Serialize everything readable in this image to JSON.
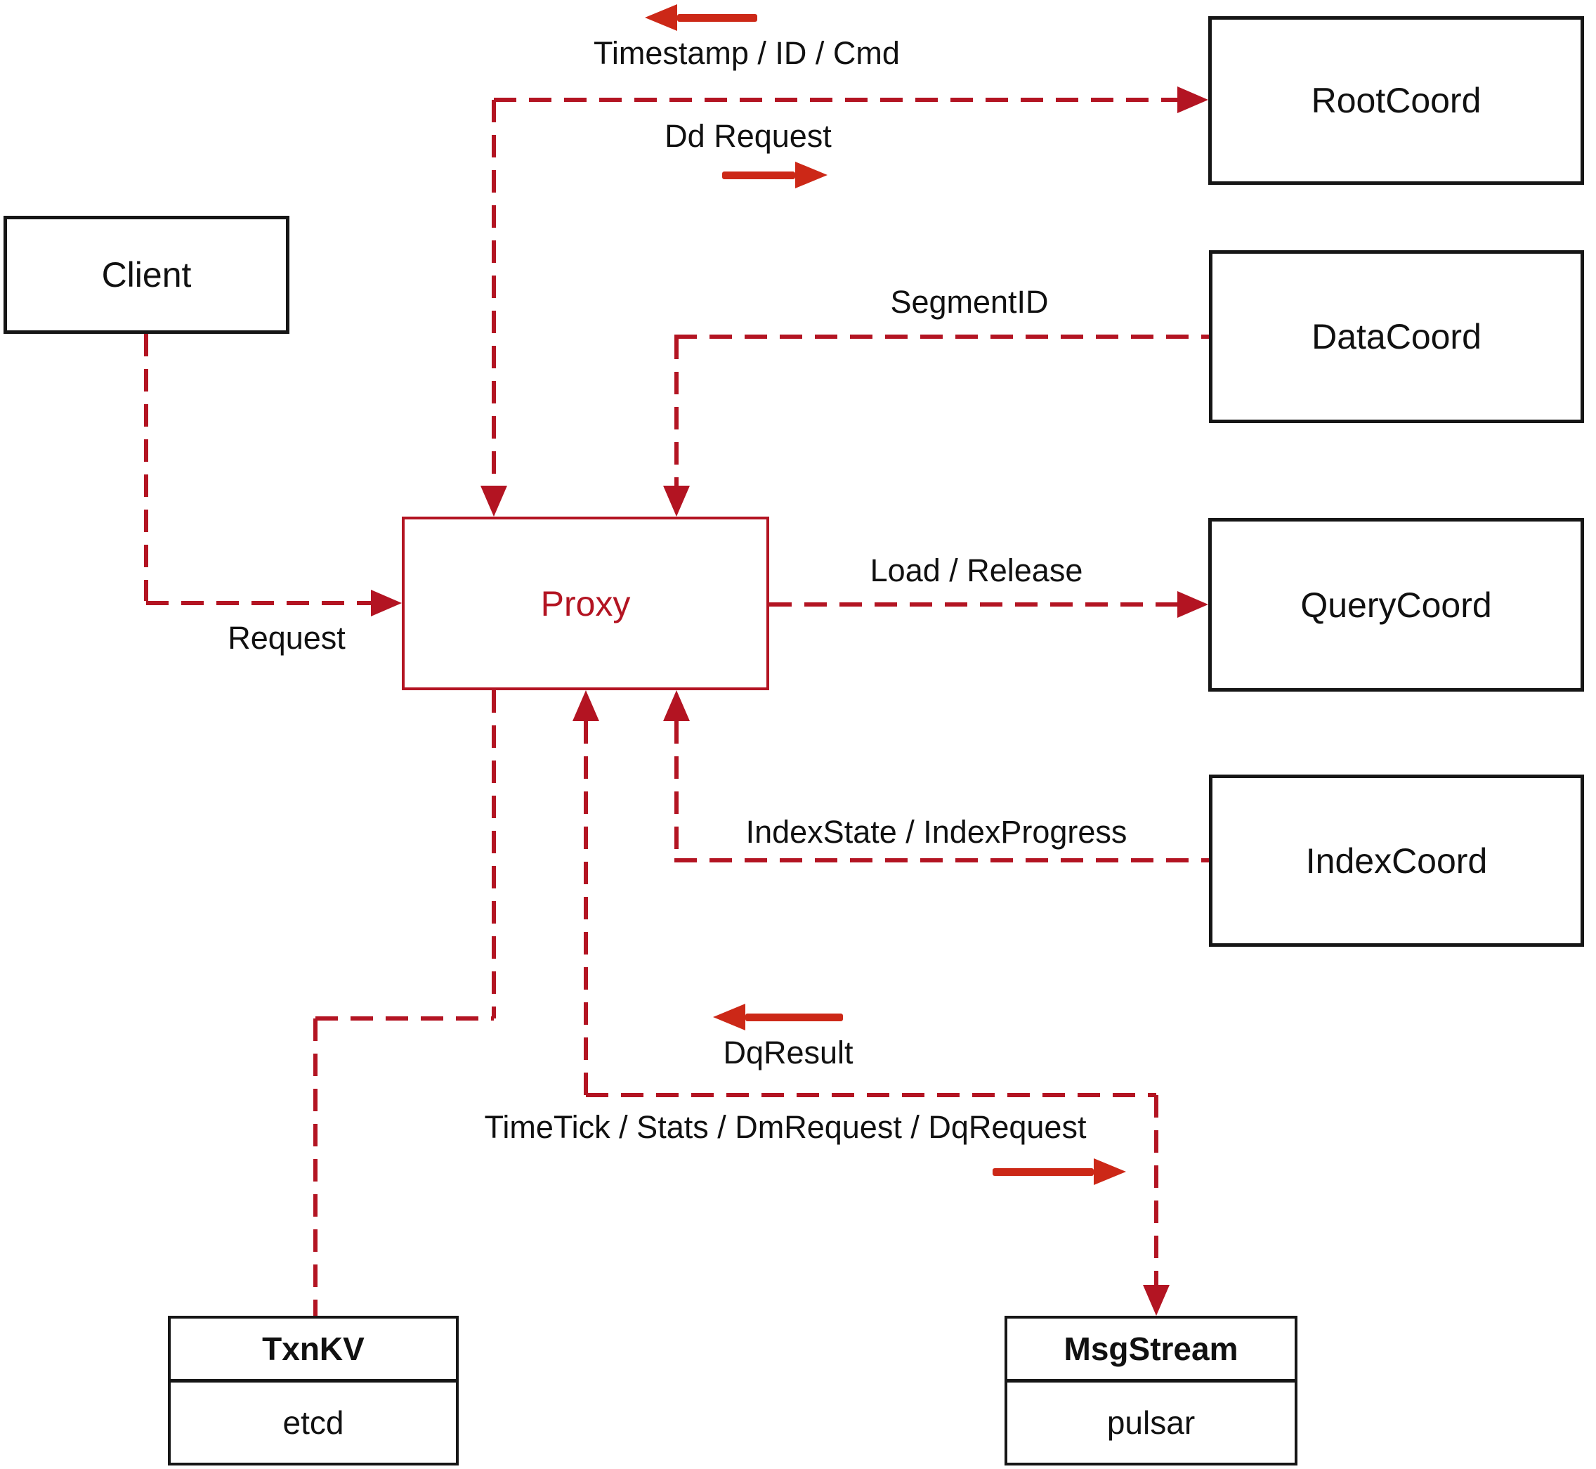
{
  "diagram": {
    "nodes": {
      "client": {
        "label": "Client"
      },
      "rootcoord": {
        "label": "RootCoord"
      },
      "datacoord": {
        "label": "DataCoord"
      },
      "querycoord": {
        "label": "QueryCoord"
      },
      "indexcoord": {
        "label": "IndexCoord"
      },
      "proxy": {
        "label": "Proxy"
      },
      "txnkv": {
        "title": "TxnKV",
        "subtitle": "etcd"
      },
      "msgstream": {
        "title": "MsgStream",
        "subtitle": "pulsar"
      }
    },
    "edge_labels": {
      "timestamp_id_cmd": "Timestamp / ID / Cmd",
      "dd_request": "Dd Request",
      "segment_id": "SegmentID",
      "load_release": "Load / Release",
      "index_state": "IndexState / IndexProgress",
      "request": "Request",
      "dq_result": "DqResult",
      "timetick": "TimeTick / Stats / DmRequest / DqRequest"
    },
    "colors": {
      "line_red": "#b31422",
      "arrow_red": "#cc2817",
      "box_border": "#161616",
      "ink": "#111111"
    }
  }
}
